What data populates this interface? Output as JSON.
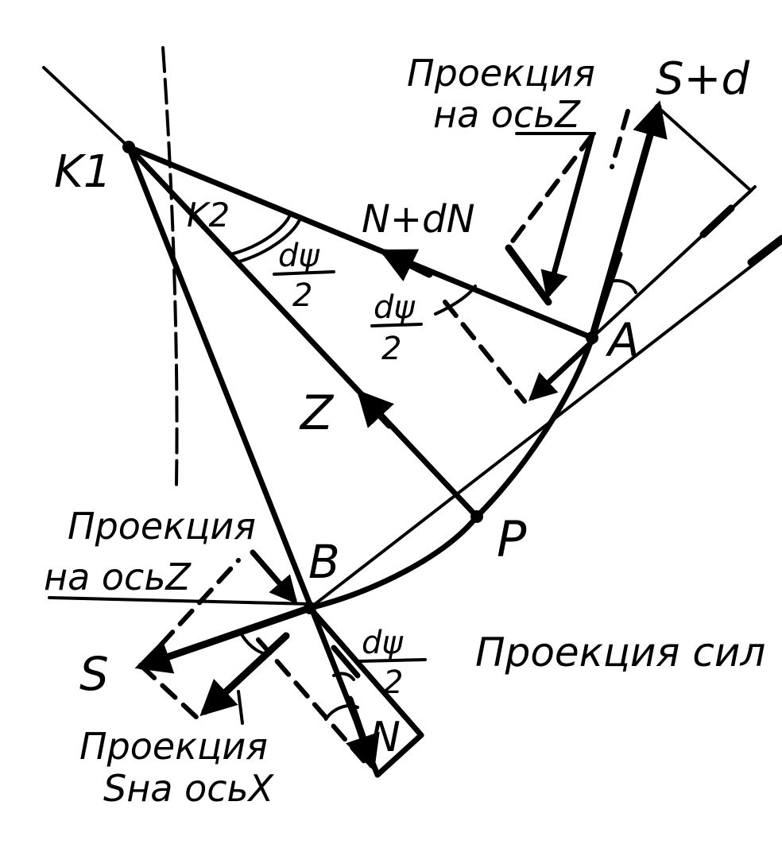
{
  "labels": {
    "k1": "K1",
    "k2": "K2",
    "n_plus_dn": "N+dN",
    "s_plus_d": "S+d",
    "point_a": "A",
    "point_b": "B",
    "point_p": "P",
    "axis_z": "Z",
    "s": "S",
    "n": "N",
    "dpsi_top_num": "dψ",
    "dpsi_top_den": "2",
    "dpsi_mid_num": "dψ",
    "dpsi_mid_den": "2",
    "dpsi_bot_num": "dψ",
    "dpsi_bot_den": "2",
    "proj_top_line1": "Проекция",
    "proj_top_line2": "на осьZ",
    "proj_left_line1": "Проекция",
    "proj_left_line2": "на осьZ",
    "proj_bottom_line1": "Проекция",
    "proj_bottom_line2": "Sна осьX",
    "proj_right": "Проекция сил"
  }
}
